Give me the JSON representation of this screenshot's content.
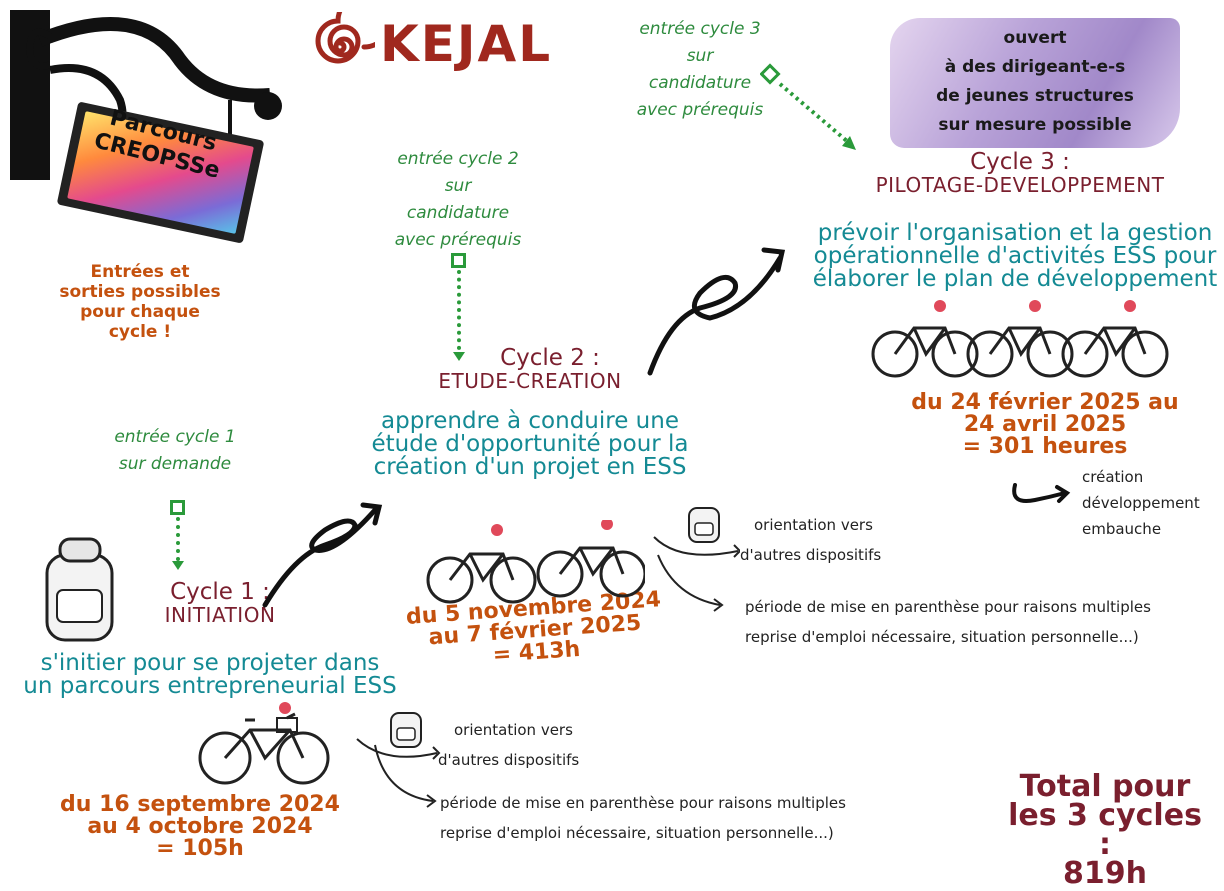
{
  "logo": {
    "text": "KEJAL"
  },
  "sign": {
    "line1": "Parcours",
    "line2": "CREOPSSe"
  },
  "entrees_note": {
    "line1": "Entrées et",
    "line2": "sorties possibles",
    "line3": "pour chaque",
    "line4": "cycle !"
  },
  "banner": {
    "line1": "ouvert",
    "line2": "à des dirigeant-e-s",
    "line3": "de jeunes structures",
    "line4": "sur mesure possible"
  },
  "cycle1": {
    "entry": {
      "line1": "entrée cycle 1",
      "line2": "sur demande"
    },
    "title": "Cycle 1 :",
    "name": "INITIATION",
    "goal": {
      "line1": "s'initier pour se projeter dans",
      "line2": "un parcours entrepreneurial ESS"
    },
    "dates": {
      "line1": "du 16 septembre 2024",
      "line2": "au 4 octobre 2024",
      "line3": "= 105h"
    },
    "exit1": {
      "line1": "orientation vers",
      "line2": "d'autres dispositifs"
    },
    "exit2": {
      "line1": "période de mise en parenthèse pour raisons multiples",
      "line2": "reprise d'emploi nécessaire, situation personnelle...)"
    }
  },
  "cycle2": {
    "entry": {
      "line1": "entrée cycle 2",
      "line2": "sur",
      "line3": "candidature",
      "line4": "avec prérequis"
    },
    "title": "Cycle 2 :",
    "name": "ETUDE-CREATION",
    "goal": {
      "line1": "apprendre à conduire une",
      "line2": "étude d'opportunité pour la",
      "line3": "création d'un projet en ESS"
    },
    "dates": {
      "line1": "du 5 novembre 2024",
      "line2": "au 7 février 2025",
      "line3": "= 413h"
    },
    "exit1": {
      "line1": "orientation vers",
      "line2": "d'autres dispositifs"
    },
    "exit2": {
      "line1": "période de mise en parenthèse pour raisons multiples",
      "line2": "reprise d'emploi nécessaire, situation personnelle...)"
    }
  },
  "cycle3": {
    "entry": {
      "line1": "entrée cycle 3",
      "line2": "sur",
      "line3": "candidature",
      "line4": "avec prérequis"
    },
    "title": "Cycle 3 :",
    "name": "PILOTAGE-DEVELOPPEMENT",
    "goal": {
      "line1": "prévoir l'organisation et la gestion",
      "line2": "opérationnelle d'activités ESS pour",
      "line3": "élaborer le plan de développement"
    },
    "dates": {
      "line1": "du 24 février 2025 au",
      "line2": "24 avril 2025",
      "line3": "= 301 heures"
    },
    "outcomes": [
      "création",
      "développement",
      "embauche"
    ]
  },
  "total": {
    "line1": "Total pour",
    "line2": "les 3 cycles :",
    "line3": "819h"
  },
  "colors": {
    "teal": "#148a94",
    "orange": "#c4510e",
    "burgundy": "#7a1f2e",
    "green": "#2a9a3a",
    "logo": "#a0281e"
  }
}
